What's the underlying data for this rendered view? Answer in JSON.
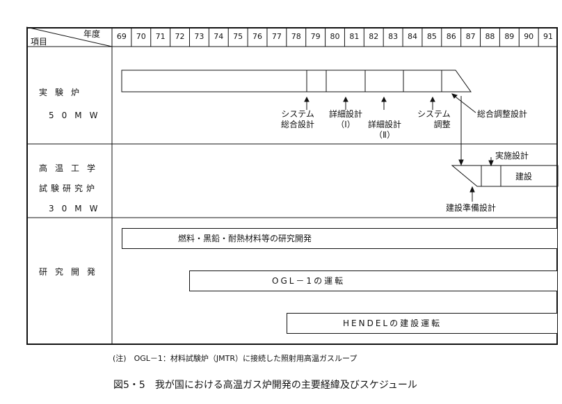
{
  "header": {
    "year_label": "年度",
    "item_label": "項目"
  },
  "years": [
    "69",
    "70",
    "71",
    "72",
    "73",
    "74",
    "75",
    "76",
    "77",
    "78",
    "79",
    "80",
    "81",
    "82",
    "83",
    "84",
    "85",
    "86",
    "87",
    "88",
    "89",
    "90",
    "91"
  ],
  "sections": {
    "experimental_reactor": {
      "line1": "実験炉",
      "line2": "50MW"
    },
    "htgr_test_reactor": {
      "line1": "高温工学",
      "line2": "試験研究炉",
      "line3": "30MW"
    },
    "research_development": {
      "line1": "研究開発"
    }
  },
  "labels": {
    "system_design": {
      "line1": "システム",
      "line2": "総合設計"
    },
    "detailed_design_1": {
      "line1": "詳細設計",
      "line2": "（Ⅰ）"
    },
    "detailed_design_2": {
      "line1": "詳細設計",
      "line2": "（Ⅱ）"
    },
    "system_adjust": {
      "line1": "システム",
      "line2": "調整"
    },
    "overall_adjust_design": "総合調整設計",
    "implementation_design": "実施設計",
    "construction": "建設",
    "construction_prep_design": "建設準備設計"
  },
  "bars": {
    "fuel_materials": "燃料・黒鉛・耐熱材料等の研究開発",
    "ogl1": "OGL－1の運転",
    "hendel": "HENDELの建設運転"
  },
  "note": "(注)　OGL－1：材料試験炉（JMTR）に接続した照射用高温ガスループ",
  "caption": "図5・5　我が国における高温ガス炉開発の主要経緯及びスケジュール"
}
